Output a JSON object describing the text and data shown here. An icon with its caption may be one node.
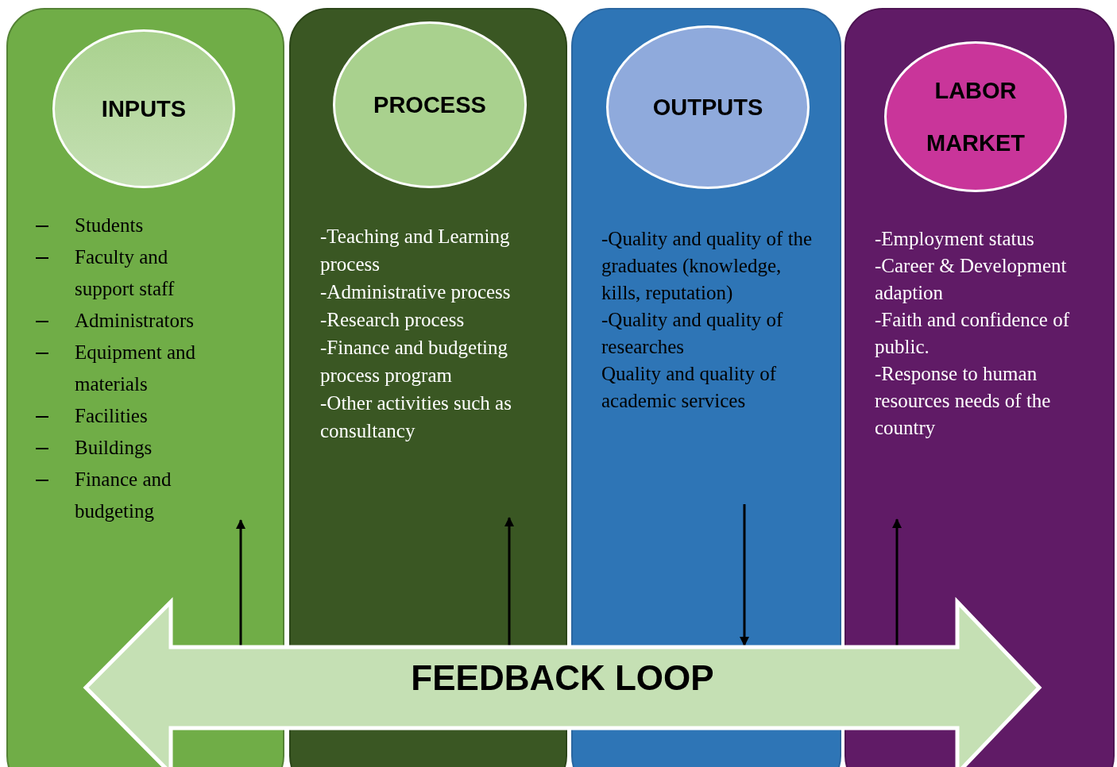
{
  "diagram": {
    "nodes": [
      {
        "text": [
          "Students",
          "Faculty and support staff",
          "Administrators",
          "Equipment and materials",
          "Facilities",
          "Buildings",
          "Finance and budgeting"
        ]
      },
      {
        "text": [
          "INPUTS"
        ],
        "in": 0
      },
      {
        "text": [
          "-Teaching and Learning process",
          "-Administrative process",
          "-Research process",
          "-Finance and budgeting process program",
          "-Other activities such as consultancy"
        ]
      },
      {
        "text": [
          "PROCESS"
        ],
        "in": 2
      },
      {
        "text": [
          "-Quality and quality of the graduates (knowledge, kills, reputation)",
          "-Quality and quality of researches",
          "Quality and quality of academic services"
        ]
      },
      {
        "text": [
          "OUTPUTS"
        ],
        "in": 4
      },
      {
        "text": [
          "-Employment status",
          "-Career & Development adaption",
          "-Faith and confidence of public.",
          "-Response to human resources needs of the country"
        ]
      },
      {
        "text": [
          "LABOR MARKET"
        ],
        "in": 6
      },
      {
        "text": [
          "FEEDBACK LOOP"
        ]
      }
    ],
    "edges": [
      {
        "from": 8,
        "to": null,
        "arrow": "to"
      },
      {
        "from": 8,
        "to": null,
        "arrow": "to"
      },
      {
        "from": null,
        "to": 8,
        "arrow": "to"
      },
      {
        "from": 8,
        "to": null,
        "arrow": "to"
      }
    ]
  }
}
